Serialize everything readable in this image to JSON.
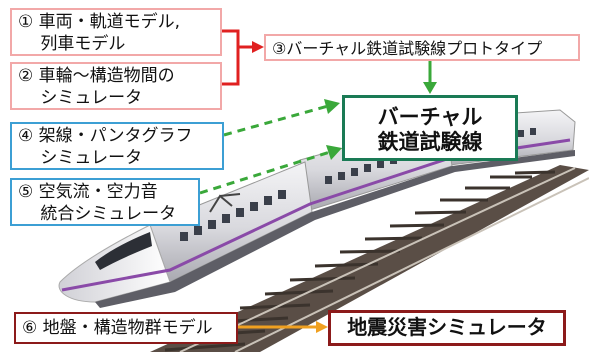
{
  "boxes": {
    "b1": [
      "① 車両・軌道モデル,",
      "　 列車モデル"
    ],
    "b2": [
      "② 車輪～構造物間の",
      "　 シミュレータ"
    ],
    "b3": "③バーチャル鉄道試験線プロトタイプ",
    "b4": [
      "④ 架線・パンタグラフ",
      "　 シミュレータ"
    ],
    "b5": [
      "⑤ 空気流・空力音",
      "　 統合シミュレータ"
    ],
    "b6": "⑥ 地盤・構造物群モデル",
    "virtual": [
      "バーチャル",
      "鉄道試験線"
    ],
    "quake": "地震災害シミュレータ"
  },
  "colors": {
    "pink_border": "#f2a8a8",
    "blue_border": "#3c9fd4",
    "green_border": "#1a7a55",
    "darkred_border": "#8c1a1a",
    "red_arrow": "#e02020",
    "green_arrow": "#3aa83a",
    "orange_arrow": "#f0a020"
  }
}
